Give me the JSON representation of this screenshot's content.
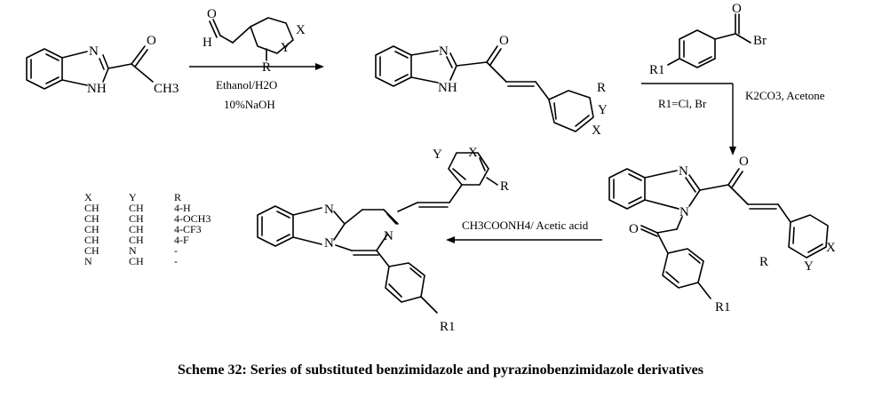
{
  "starting_material": {
    "atom_N": "N",
    "atom_NH": "NH",
    "atom_O": "O",
    "atom_CH3": "CH3"
  },
  "step1": {
    "aldehyde_O": "O",
    "aldehyde_H": "H",
    "ring_X": "X",
    "ring_Y": "Y",
    "ring_R": "R",
    "solvent": "Ethanol/H2O",
    "base": "10%NaOH"
  },
  "chalcone": {
    "atom_N": "N",
    "atom_NH": "NH",
    "atom_O": "O",
    "ring_R": "R",
    "ring_Y": "Y",
    "ring_X": "X"
  },
  "step2": {
    "reagent_O": "O",
    "reagent_Br": "Br",
    "reagent_R1": "R1",
    "r1_values": "R1=Cl, Br",
    "conditions": "K2CO3, Acetone"
  },
  "alkylated": {
    "atom_N1": "N",
    "atom_N2": "N",
    "atom_O1": "O",
    "atom_O2": "O",
    "ring_R": "R",
    "ring_X": "X",
    "ring_Y": "Y",
    "aryl_R1": "R1"
  },
  "step3": {
    "conditions": "CH3COONH4/ Acetic acid"
  },
  "product": {
    "atom_N1": "N",
    "atom_N2": "N",
    "atom_N3": "N",
    "ring_Y": "Y",
    "ring_X": "X",
    "ring_R": "R",
    "aryl_R1": "R1"
  },
  "substituent_table": {
    "headers": [
      "X",
      "Y",
      "R"
    ],
    "rows": [
      [
        "CH",
        "CH",
        "4-H"
      ],
      [
        "CH",
        "CH",
        "4-OCH3"
      ],
      [
        "CH",
        "CH",
        "4-CF3"
      ],
      [
        "CH",
        "CH",
        "4-F"
      ],
      [
        "CH",
        "N",
        "-"
      ],
      [
        "N",
        "CH",
        "-"
      ]
    ]
  },
  "caption": "Scheme 32: Series of substituted benzimidazole and pyrazinobenzimidazole derivatives"
}
